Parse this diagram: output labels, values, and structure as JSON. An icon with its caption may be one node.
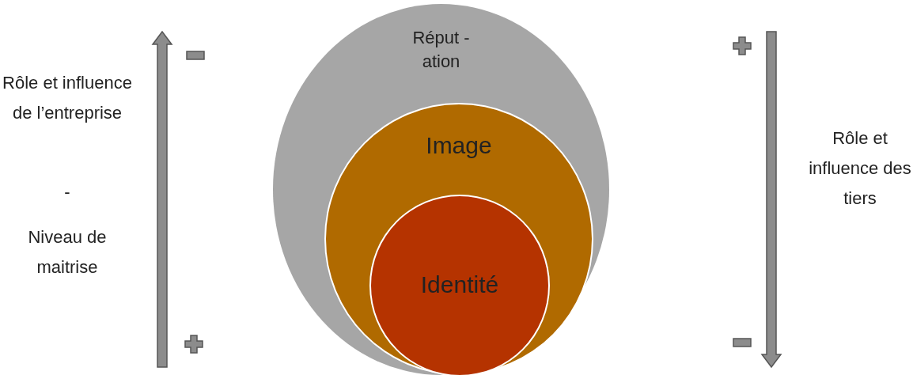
{
  "diagram": {
    "nodes": [
      {
        "text": [
          "Réput -ation"
        ]
      },
      {
        "text": [
          "Image"
        ],
        "in": 0
      },
      {
        "text": [
          "Identité"
        ],
        "in": 1
      }
    ],
    "labels": [
      "Rôle et influence de l’entreprise",
      "-",
      "Niveau de maitrise",
      "Rôle et influence des tiers"
    ]
  }
}
